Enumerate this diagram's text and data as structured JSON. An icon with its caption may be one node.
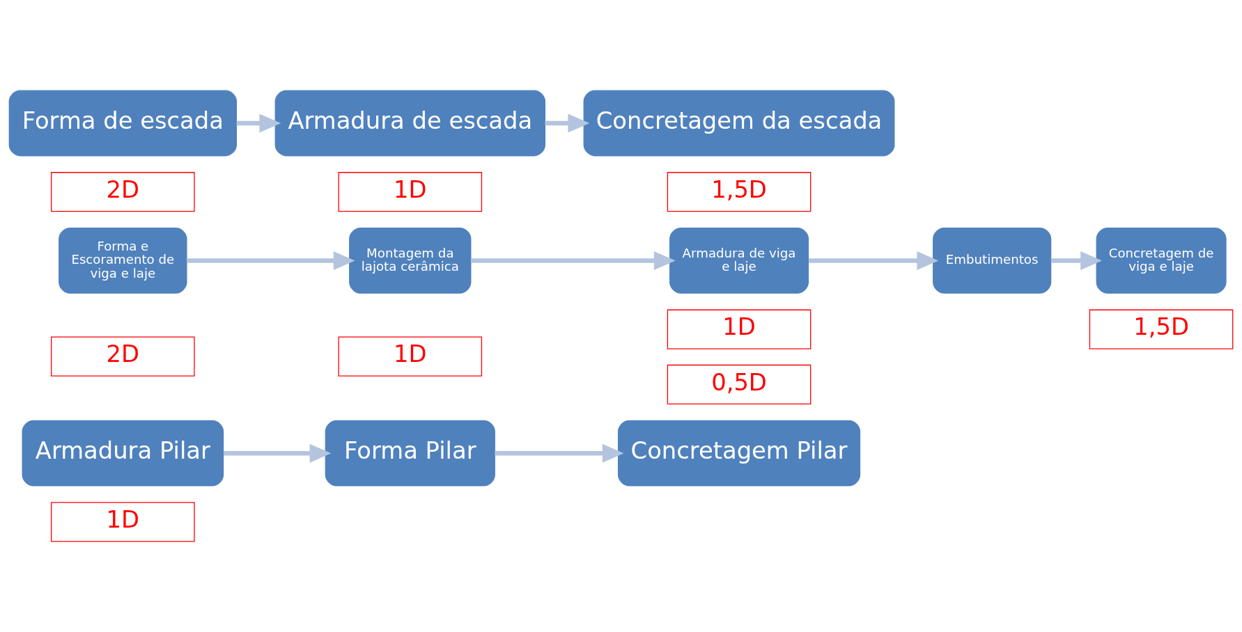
{
  "diagram": {
    "nodes": [
      {
        "text": [
          "1D"
        ]
      },
      {
        "text": [
          "Armadura Pilar"
        ]
      },
      {
        "text": [
          "1D"
        ]
      },
      {
        "text": [
          "Forma Pilar"
        ]
      },
      {
        "text": [
          "0,5D"
        ]
      },
      {
        "text": [
          "Concretagem Pilar"
        ]
      },
      {
        "text": [
          "2D"
        ]
      },
      {
        "text": [
          "1D"
        ]
      },
      {
        "text": [
          "1,5D"
        ]
      },
      {
        "text": [
          "Forma e Escoramento de viga e laje"
        ]
      },
      {
        "text": [
          "Montagem da lajota cerâmica"
        ]
      },
      {
        "text": [
          "Armadura de viga e laje"
        ]
      },
      {
        "text": [
          "Embutimentos"
        ]
      },
      {
        "text": [
          "Concretagem de viga e laje"
        ]
      },
      {
        "text": [
          "2D"
        ]
      },
      {
        "text": [
          "1D"
        ]
      },
      {
        "text": [
          "1,5D"
        ]
      },
      {
        "text": [
          "Forma de escada"
        ]
      },
      {
        "text": [
          "Armadura de escada"
        ]
      },
      {
        "text": [
          "Concretagem da escada"
        ]
      }
    ],
    "edges": [
      {
        "from": 1,
        "to": 3,
        "arrow": "to"
      },
      {
        "from": 3,
        "to": 5,
        "arrow": "to"
      },
      {
        "from": 9,
        "to": 10,
        "arrow": "to"
      },
      {
        "from": 10,
        "to": 11,
        "arrow": "to"
      },
      {
        "from": 11,
        "to": 12,
        "arrow": "to"
      },
      {
        "from": 12,
        "to": 13,
        "arrow": "to"
      },
      {
        "from": 17,
        "to": 18,
        "arrow": "to"
      },
      {
        "from": 18,
        "to": 19,
        "arrow": "to"
      }
    ]
  }
}
